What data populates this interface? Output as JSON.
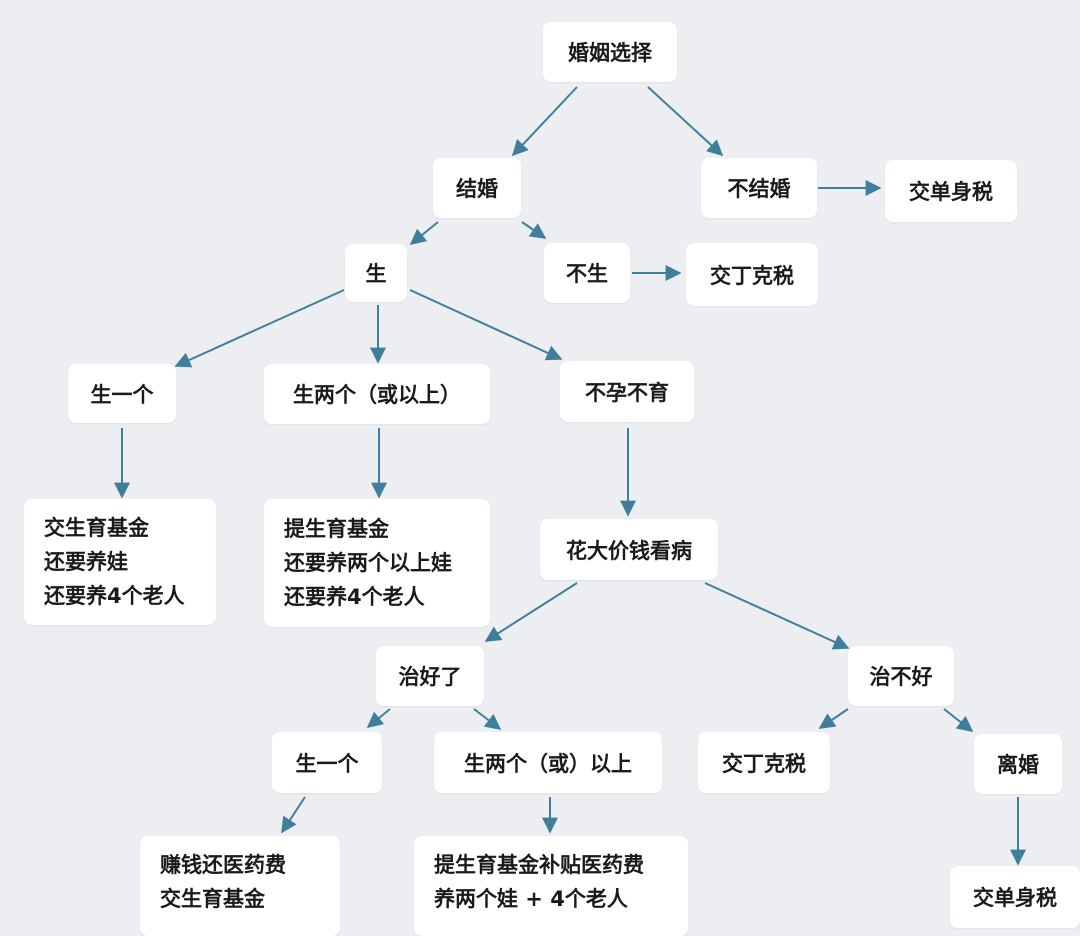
{
  "nodes": {
    "root": "婚姻选择",
    "marry": "结婚",
    "not_marry": "不结婚",
    "single_tax": "交单身税",
    "have_kids": "生",
    "no_kids": "不生",
    "dink_tax": "交丁克税",
    "one_child": "生一个",
    "two_plus": "生两个（或以上）",
    "infertile": "不孕不育",
    "one_child_result": [
      "交生育基金",
      "还要养娃",
      "还要养4个老人"
    ],
    "two_plus_result": [
      "提生育基金",
      "还要养两个以上娃",
      "还要养4个老人"
    ],
    "expensive_treatment": "花大价钱看病",
    "cured": "治好了",
    "not_cured": "治不好",
    "cured_one": "生一个",
    "cured_two_plus": "生两个（或）以上",
    "not_cured_dink_tax": "交丁克税",
    "divorce": "离婚",
    "cured_one_result": [
      "赚钱还医药费",
      "交生育基金"
    ],
    "cured_two_plus_result": [
      "提生育基金补贴医药费",
      "养两个娃 + 4个老人"
    ],
    "divorce_single_tax": "交单身税"
  },
  "colors": {
    "edge": "#3f7f9c",
    "node_bg": "#ffffff",
    "background": "#eceef2"
  }
}
